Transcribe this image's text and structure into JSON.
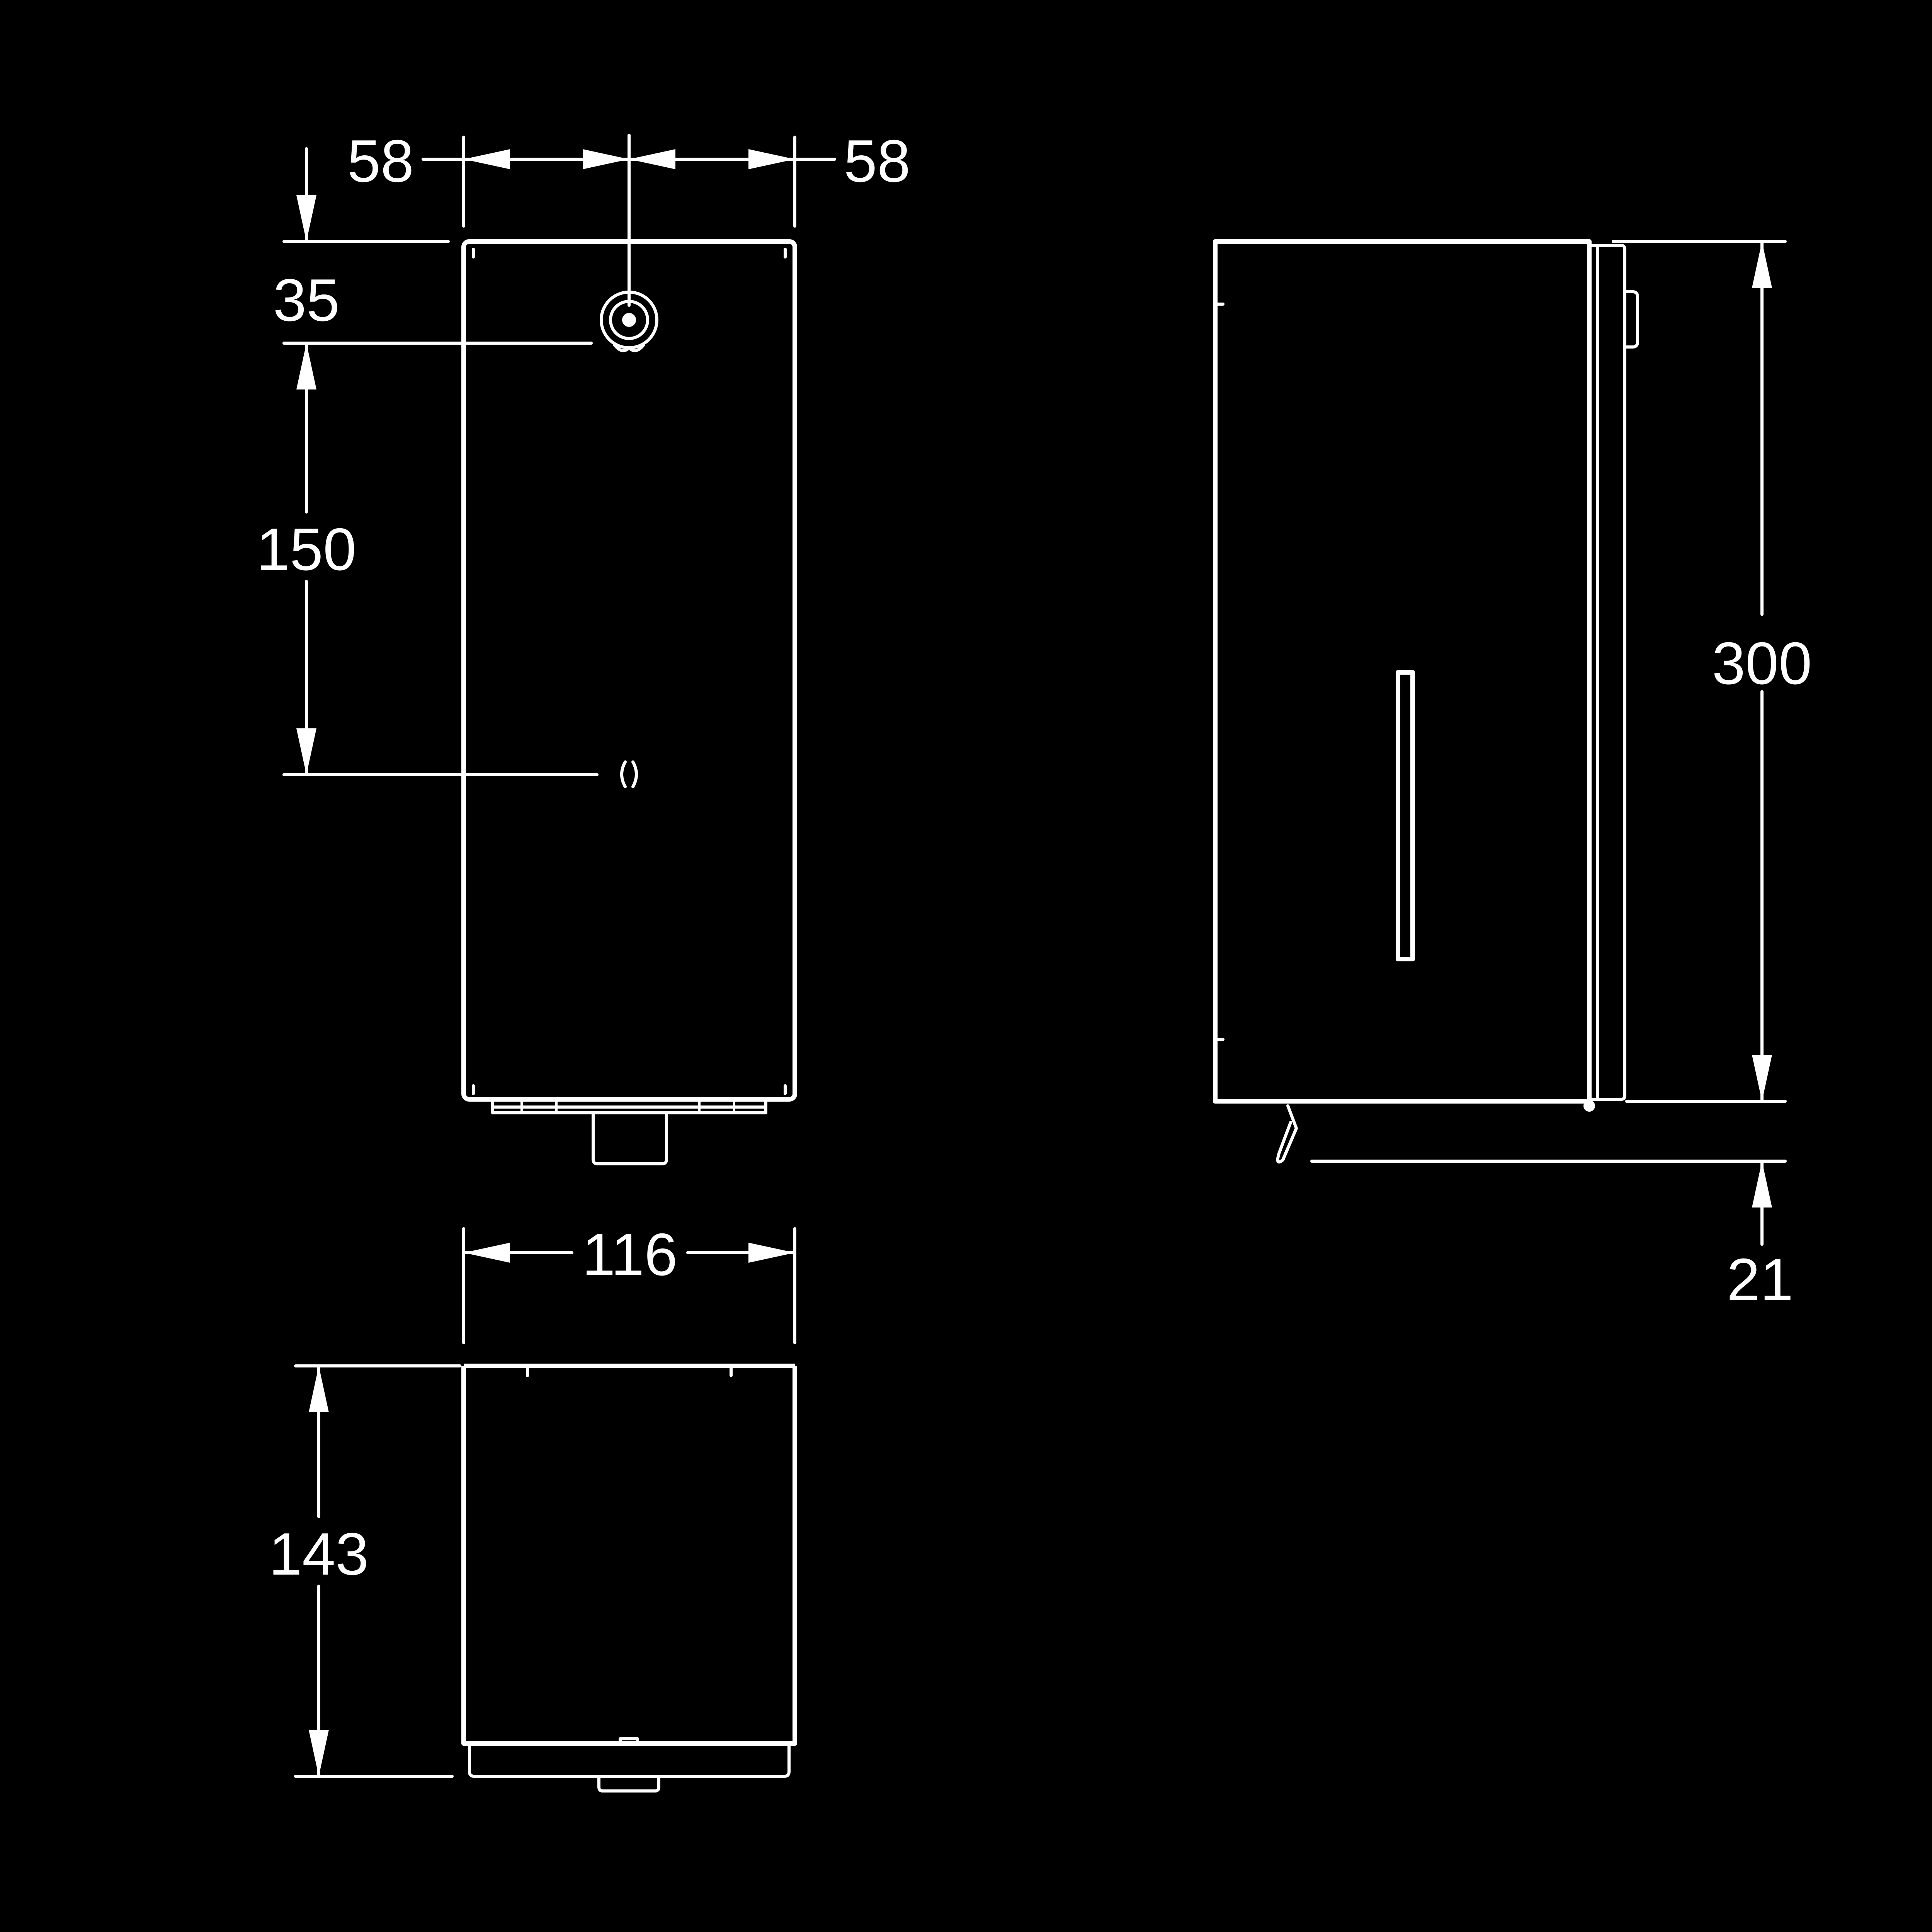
{
  "dimensions": {
    "front_left_offset": "58",
    "front_right_offset": "58",
    "top_to_hole": "35",
    "hole_spacing": "150",
    "width": "116",
    "depth": "143",
    "height": "300",
    "spout_drop": "21"
  },
  "colors": {
    "background": "#000000",
    "line": "#ffffff"
  }
}
